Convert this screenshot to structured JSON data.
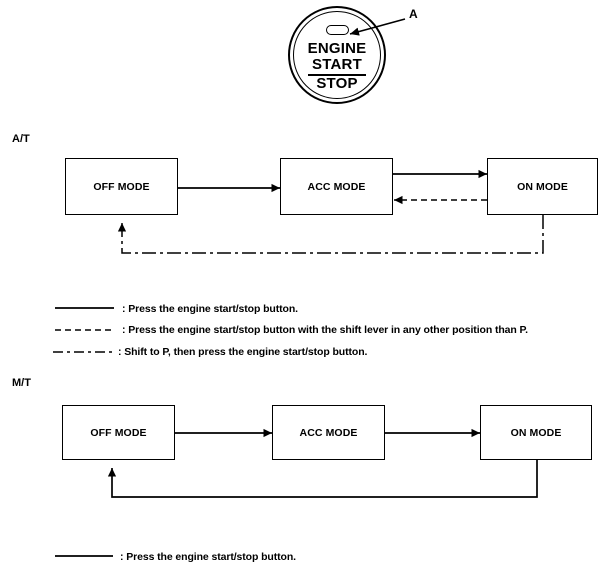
{
  "diagram": {
    "callout": {
      "label": "A"
    },
    "button": {
      "line1": "ENGINE",
      "line2": "START",
      "line3": "STOP",
      "indicator_name": "indicator-lamp"
    },
    "sections": [
      {
        "id": "at",
        "label": "A/T",
        "boxes": [
          {
            "id": "off",
            "label": "OFF MODE"
          },
          {
            "id": "acc",
            "label": "ACC MODE"
          },
          {
            "id": "on",
            "label": "ON MODE"
          }
        ],
        "legend": [
          {
            "style": "solid",
            "text": ": Press the engine start/stop button."
          },
          {
            "style": "dashed",
            "text": ": Press the engine start/stop button with the shift lever in any other position than P."
          },
          {
            "style": "dashdot",
            "text": ": Shift to P, then press the engine start/stop button."
          }
        ]
      },
      {
        "id": "mt",
        "label": "M/T",
        "boxes": [
          {
            "id": "off",
            "label": "OFF MODE"
          },
          {
            "id": "acc",
            "label": "ACC MODE"
          },
          {
            "id": "on",
            "label": "ON MODE"
          }
        ],
        "legend": [
          {
            "style": "solid",
            "text": ": Press the engine start/stop button."
          }
        ]
      }
    ]
  },
  "colors": {
    "ink": "#000000",
    "paper": "#ffffff"
  }
}
